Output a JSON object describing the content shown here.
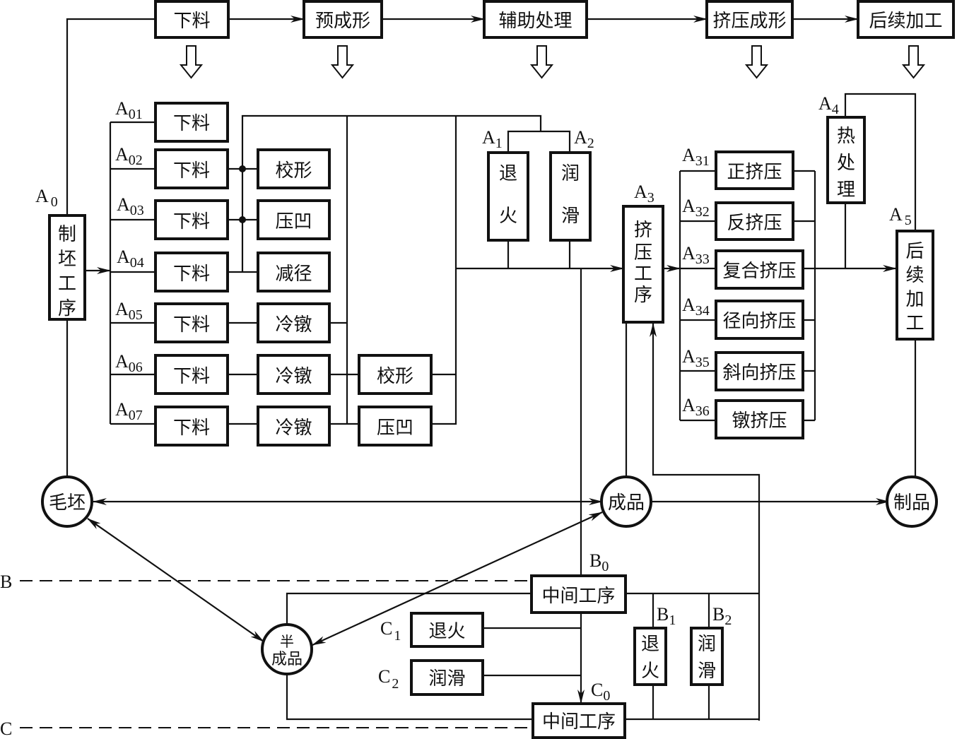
{
  "top_flow": {
    "steps": [
      "下料",
      "预成形",
      "辅助处理",
      "挤压成形",
      "后续加工"
    ]
  },
  "A0": {
    "label": "A",
    "sub": "0",
    "box": [
      "制",
      "坯",
      "工",
      "序"
    ]
  },
  "cutting_rows": [
    {
      "label": "A",
      "sub": "01",
      "box1": "下料"
    },
    {
      "label": "A",
      "sub": "02",
      "box1": "下料",
      "box2": "校形"
    },
    {
      "label": "A",
      "sub": "03",
      "box1": "下料",
      "box2": "压凹"
    },
    {
      "label": "A",
      "sub": "04",
      "box1": "下料",
      "box2": "减径"
    },
    {
      "label": "A",
      "sub": "05",
      "box1": "下料",
      "box2": "冷镦"
    },
    {
      "label": "A",
      "sub": "06",
      "box1": "下料",
      "box2": "冷镦",
      "box3": "校形"
    },
    {
      "label": "A",
      "sub": "07",
      "box1": "下料",
      "box2": "冷镦",
      "box3": "压凹"
    }
  ],
  "A1": {
    "label": "A",
    "sub": "1",
    "box": [
      "退",
      "火"
    ]
  },
  "A2": {
    "label": "A",
    "sub": "2",
    "box": [
      "润",
      "滑"
    ]
  },
  "A3": {
    "label": "A",
    "sub": "3",
    "box": [
      "挤",
      "压",
      "工",
      "序"
    ]
  },
  "extrusion_rows": [
    {
      "label": "A",
      "sub": "31",
      "box": "正挤压"
    },
    {
      "label": "A",
      "sub": "32",
      "box": "反挤压"
    },
    {
      "label": "A",
      "sub": "33",
      "box": "复合挤压"
    },
    {
      "label": "A",
      "sub": "34",
      "box": "径向挤压"
    },
    {
      "label": "A",
      "sub": "35",
      "box": "斜向挤压"
    },
    {
      "label": "A",
      "sub": "36",
      "box": "镦挤压"
    }
  ],
  "A4": {
    "label": "A",
    "sub": "4",
    "box": [
      "热",
      "处",
      "理"
    ]
  },
  "A5": {
    "label": "A",
    "sub": "5",
    "box": [
      "后",
      "续",
      "加",
      "工"
    ]
  },
  "nodes": {
    "blank": "毛坯",
    "finished": "成品",
    "product": "制品",
    "semi": [
      "半",
      "成品"
    ]
  },
  "B_level": {
    "line_label": "B",
    "B0": {
      "label": "B",
      "sub": "0",
      "box": "中间工序"
    },
    "B1": {
      "label": "B",
      "sub": "1",
      "box": [
        "退",
        "火"
      ]
    },
    "B2": {
      "label": "B",
      "sub": "2",
      "box": [
        "润",
        "滑"
      ]
    }
  },
  "C_level": {
    "line_label": "C",
    "C0": {
      "label": "C",
      "sub": "0",
      "box": "中间工序"
    },
    "C1": {
      "label": "C",
      "sub": "1",
      "box": "退火"
    },
    "C2": {
      "label": "C",
      "sub": "2",
      "box": "润滑"
    }
  }
}
